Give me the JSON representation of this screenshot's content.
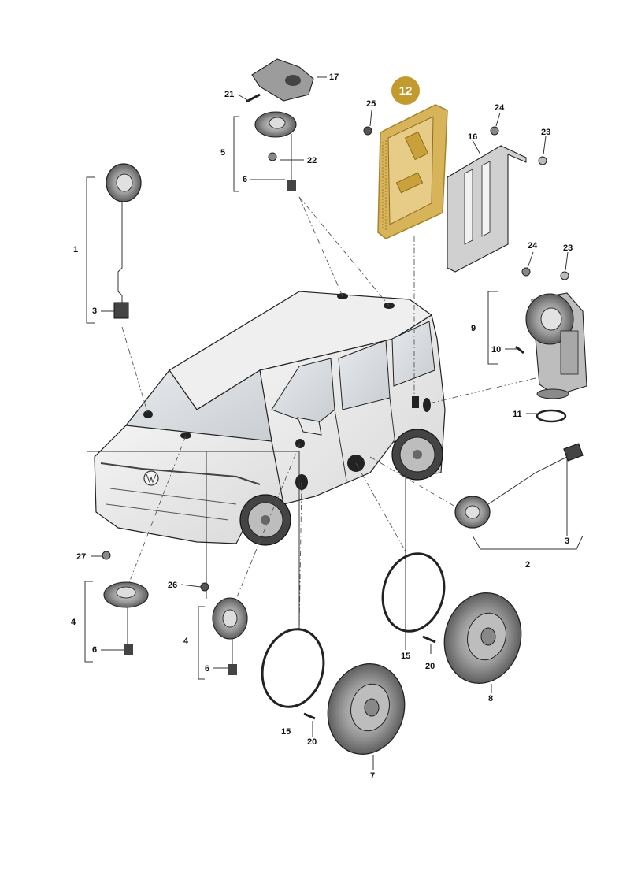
{
  "highlight": {
    "number": "12",
    "color": "#c9a13b",
    "badge_color": "#c39a2e"
  },
  "labels": [
    {
      "key": "1",
      "text": "1"
    },
    {
      "key": "2",
      "text": "2"
    },
    {
      "key": "3a",
      "text": "3"
    },
    {
      "key": "3b",
      "text": "3"
    },
    {
      "key": "4a",
      "text": "4"
    },
    {
      "key": "4b",
      "text": "4"
    },
    {
      "key": "5",
      "text": "5"
    },
    {
      "key": "6a",
      "text": "6"
    },
    {
      "key": "6b",
      "text": "6"
    },
    {
      "key": "6c",
      "text": "6"
    },
    {
      "key": "7",
      "text": "7"
    },
    {
      "key": "8",
      "text": "8"
    },
    {
      "key": "9",
      "text": "9"
    },
    {
      "key": "10",
      "text": "10"
    },
    {
      "key": "11",
      "text": "11"
    },
    {
      "key": "15a",
      "text": "15"
    },
    {
      "key": "15b",
      "text": "15"
    },
    {
      "key": "16",
      "text": "16"
    },
    {
      "key": "17",
      "text": "17"
    },
    {
      "key": "20a",
      "text": "20"
    },
    {
      "key": "20b",
      "text": "20"
    },
    {
      "key": "21",
      "text": "21"
    },
    {
      "key": "22",
      "text": "22"
    },
    {
      "key": "23a",
      "text": "23"
    },
    {
      "key": "23b",
      "text": "23"
    },
    {
      "key": "24a",
      "text": "24"
    },
    {
      "key": "24b",
      "text": "24"
    },
    {
      "key": "25",
      "text": "25"
    },
    {
      "key": "26",
      "text": "26"
    },
    {
      "key": "27",
      "text": "27"
    }
  ],
  "icons": [
    "amplifier-icon",
    "tweeter-icon",
    "speaker-icon",
    "subwoofer-icon",
    "bracket-icon",
    "screw-icon",
    "seal-ring-icon",
    "van-icon"
  ]
}
